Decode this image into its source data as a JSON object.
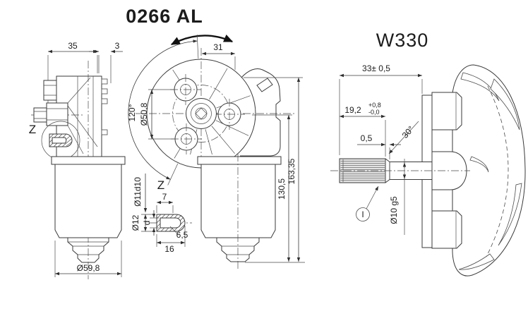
{
  "colors": {
    "background": "#ffffff",
    "line": "#3a3a3a"
  },
  "titles": {
    "left_model": "0266 AL",
    "right_model": "W330"
  },
  "side_view": {
    "dim_width_top": "35",
    "dim_gap_top": "3",
    "dim_body_diameter": "Ø59,8",
    "detail_label": "Z"
  },
  "front_view": {
    "dim_offset_top": "31",
    "dim_bolt_circle": "Ø50,8",
    "dim_sweep_angle": "120°",
    "dim_height_to_center": "130,5",
    "dim_height_total": "163,35"
  },
  "detail_z": {
    "label": "Z",
    "dim_pin_diameter": "Ø11d10",
    "dim_outer_diameter": "Ø12",
    "dim_inner_diameter": "d",
    "dim_flat_length": "7",
    "dim_end_radius": "6,5",
    "dim_slot_length": "16"
  },
  "shaft_view": {
    "dim_shaft_length": "33± 0,5",
    "dim_spline_length": "19,2",
    "spline_tol_plus": "+0,8",
    "spline_tol_minus": "-0,0",
    "dim_chamfer_width": "0,5",
    "dim_chamfer_angle": "30°",
    "dim_shaft_diameter": "Ø10 g5",
    "balloon_label": "I"
  }
}
